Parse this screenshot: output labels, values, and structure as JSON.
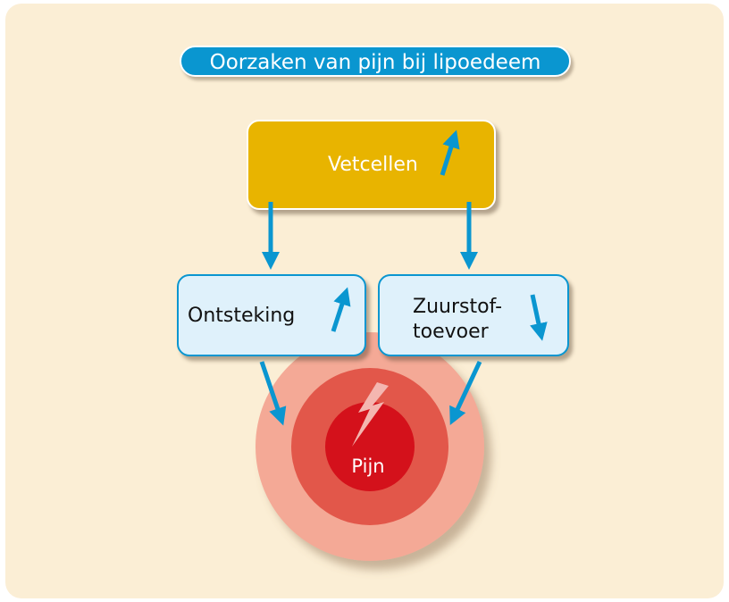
{
  "title": "Oorzaken van pijn bij lipoedeem",
  "nodes": {
    "fat_cells": {
      "label": "Vetcellen",
      "trend": "up"
    },
    "inflammation": {
      "label": "Ontsteking",
      "trend": "up"
    },
    "oxygen": {
      "label_line1": "Zuurstof-",
      "label_line2": "toevoer",
      "trend": "down"
    },
    "pain": {
      "label": "Pijn"
    }
  },
  "colors": {
    "background": "#fbeed5",
    "accent_blue": "#0a96d0",
    "fat_box": "#e8b400",
    "blue_box_fill": "#dff1fb",
    "pain_outer": "#f4a996",
    "pain_middle": "#e2574a",
    "pain_core": "#d4111b"
  },
  "icons": [
    "arrow-up-icon",
    "arrow-down-icon",
    "lightning-icon"
  ]
}
